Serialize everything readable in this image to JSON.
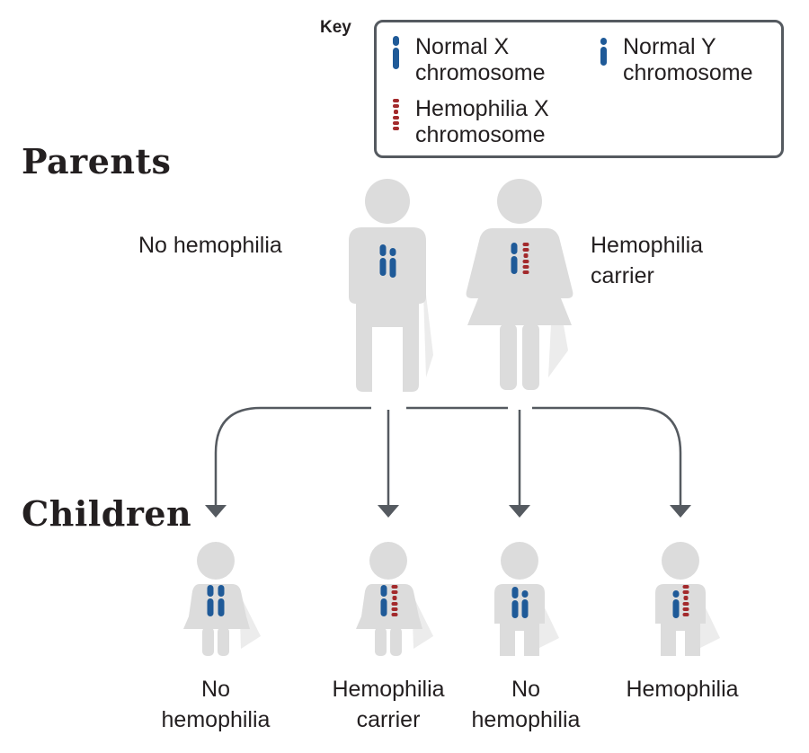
{
  "key": {
    "title": "Key",
    "items": [
      {
        "line1": "Normal X",
        "line2": "chromosome",
        "icon": "normal-x-chromosome-icon",
        "color": "#1f5a98"
      },
      {
        "line1": "Normal Y",
        "line2": "chromosome",
        "icon": "normal-y-chromosome-icon",
        "color": "#1f5a98"
      },
      {
        "line1": "Hemophilia X",
        "line2": "chromosome",
        "icon": "hemophilia-x-chromosome-icon",
        "color": "#a32a2c"
      }
    ]
  },
  "parents": {
    "heading": "Parents",
    "father_label": "No hemophilia",
    "mother_label_line1": "Hemophilia",
    "mother_label_line2": "carrier"
  },
  "children": {
    "heading": "Children",
    "items": [
      {
        "line1": "No",
        "line2": "hemophilia"
      },
      {
        "line1": "Hemophilia",
        "line2": "carrier"
      },
      {
        "line1": "No",
        "line2": "hemophilia"
      },
      {
        "line1": "Hemophilia",
        "line2": ""
      }
    ]
  },
  "colors": {
    "normal_chromosome": "#1f5a98",
    "hemophilia_chromosome": "#a32a2c",
    "figure_fill": "#dcdcdc",
    "arrow": "#555a60"
  }
}
